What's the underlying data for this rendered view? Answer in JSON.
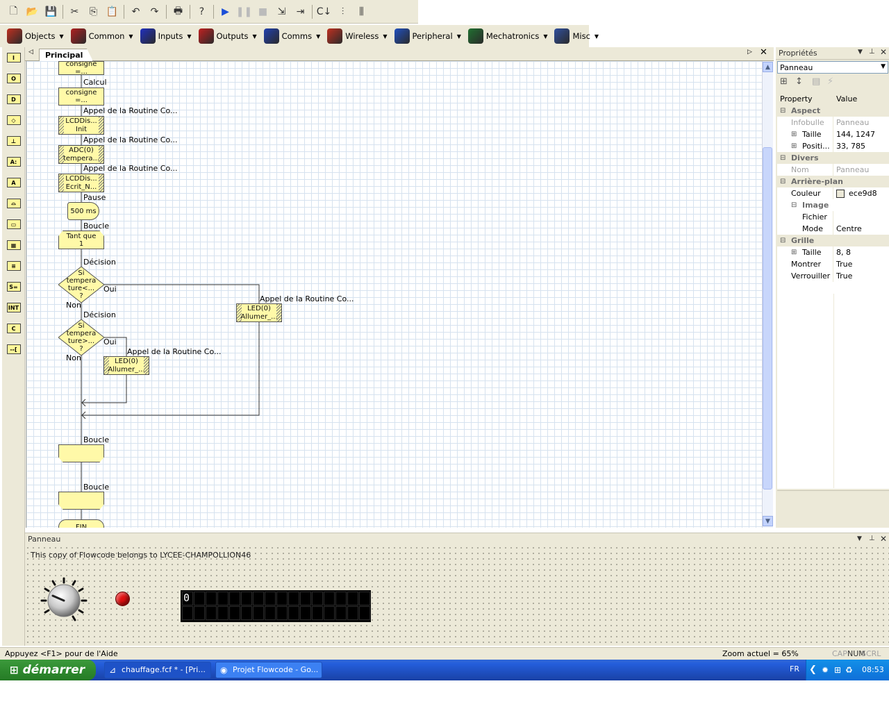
{
  "toolbar2": {
    "items": [
      {
        "label": "Objects",
        "icon": "objects-icon",
        "color": "#c03020"
      },
      {
        "label": "Common",
        "icon": "common-icon",
        "color": "#b02020"
      },
      {
        "label": "Inputs",
        "icon": "inputs-icon",
        "color": "#2030c0"
      },
      {
        "label": "Outputs",
        "icon": "outputs-icon",
        "color": "#c02020"
      },
      {
        "label": "Comms",
        "icon": "comms-icon",
        "color": "#2040b0"
      },
      {
        "label": "Wireless",
        "icon": "wireless-icon",
        "color": "#c03020"
      },
      {
        "label": "Peripheral",
        "icon": "peripheral-icon",
        "color": "#2050c0"
      },
      {
        "label": "Mechatronics",
        "icon": "mechatronics-icon",
        "color": "#207030"
      },
      {
        "label": "Misc",
        "icon": "misc-icon",
        "color": "#3050a0"
      }
    ]
  },
  "leftbar": {
    "items": [
      "I",
      "O",
      "D",
      "◇",
      "⊥",
      "A:",
      "A",
      "⌓",
      "▭",
      "▦",
      "≡",
      "S=",
      "INT",
      "C",
      "--["
    ]
  },
  "editor": {
    "tab": "Principal",
    "blocks": {
      "b1": "consigne =...",
      "l_calcul": "Calcul",
      "b2": "consigne =...",
      "l_appel1": "Appel de la Routine Co...",
      "b3a": "LCDDis...",
      "b3b": "Init",
      "l_appel2": "Appel de la Routine Co...",
      "b4a": "ADC(0)",
      "b4b": "tempera...",
      "l_appel3": "Appel de la Routine Co...",
      "b5a": "LCDDis...",
      "b5b": "Ecrit_N...",
      "l_pause": "Pause",
      "b6": "500 ms",
      "l_boucle1": "Boucle",
      "b7a": "Tant que",
      "b7b": "1",
      "l_decision1": "Décision",
      "d1a": "Si",
      "d1b": "tempera",
      "d1c": "ture<...",
      "d1d": "?",
      "l_oui1": "Oui",
      "l_non1": "Non",
      "l_appel4": "Appel de la Routine Co...",
      "b8a": "LED(0)",
      "b8b": "Allumer_...",
      "l_decision2": "Décision",
      "d2a": "Si",
      "d2b": "tempera",
      "d2c": "ture>...",
      "d2d": "?",
      "l_oui2": "Oui",
      "l_non2": "Non",
      "l_appel5": "Appel de la Routine Co...",
      "b9a": "LED(0)",
      "b9b": "Allumer_...",
      "l_boucle2": "Boucle",
      "l_boucle3": "Boucle",
      "b10": "FIN"
    }
  },
  "props": {
    "title": "Propriétés",
    "selected": "Panneau",
    "col_property": "Property",
    "col_value": "Value",
    "cat_aspect": "Aspect",
    "infobulle": "Infobulle",
    "infobulle_v": "Panneau",
    "taille": "Taille",
    "taille_v": "144, 1247",
    "posit": "Positi...",
    "posit_v": "33, 785",
    "cat_divers": "Divers",
    "nom": "Nom",
    "nom_v": "Panneau",
    "cat_arriere": "Arrière-plan",
    "couleur": "Couleur",
    "couleur_v": "ece9d8",
    "image": "Image",
    "fichier": "Fichier",
    "mode": "Mode",
    "mode_v": "Centre",
    "cat_grille": "Grille",
    "gtaille": "Taille",
    "gtaille_v": "8, 8",
    "montrer": "Montrer",
    "montrer_v": "True",
    "verrouiller": "Verrouiller",
    "verrouiller_v": "True",
    "swatch_color": "#ece9d8"
  },
  "panel": {
    "title": "Panneau",
    "copy_text": "This copy of Flowcode belongs to LYCEE-CHAMPOLLION46",
    "lcd_value": "0",
    "led_color": "#e01010"
  },
  "status": {
    "help": "Appuyez <F1> pour de l'Aide",
    "zoom": "Zoom actuel = 65%",
    "cap": "CAP",
    "num": "NUM",
    "scrl": "SCRL"
  },
  "taskbar": {
    "start": "démarrer",
    "task1": "chauffage.fcf * - [Pri...",
    "task2": "Projet Flowcode - Go...",
    "lang": "FR",
    "time": "08:53"
  }
}
